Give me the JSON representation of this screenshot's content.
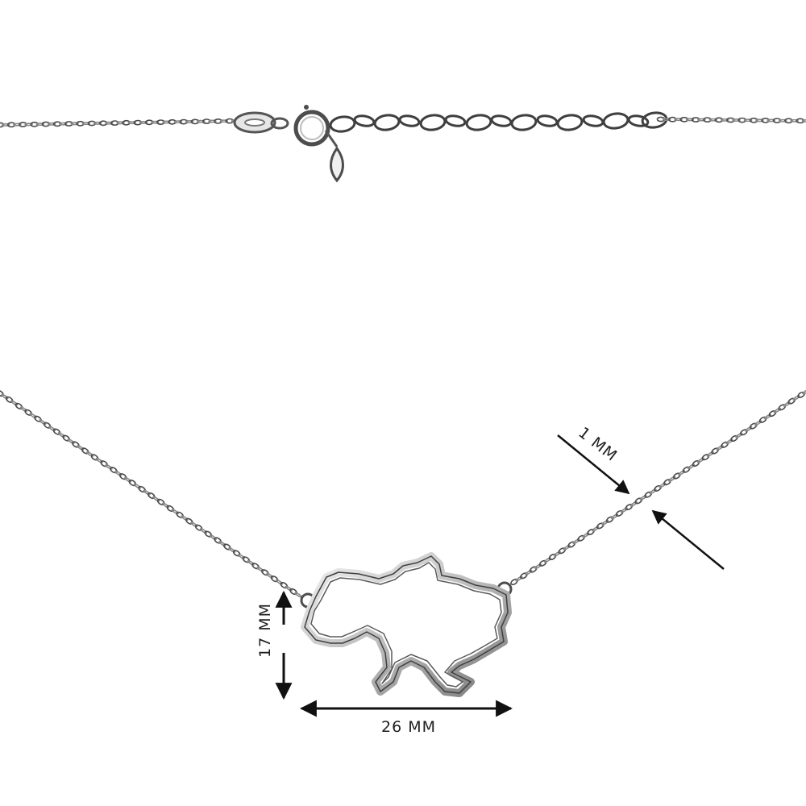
{
  "product": {
    "dimensions": {
      "chain_thickness": "1 MM",
      "pendant_height": "17 MM",
      "pendant_width": "26 MM"
    },
    "colors": {
      "background": "#ffffff",
      "metal_light": "#d9d9d9",
      "metal_dark": "#4a4a4a",
      "annotation": "#111111"
    }
  }
}
